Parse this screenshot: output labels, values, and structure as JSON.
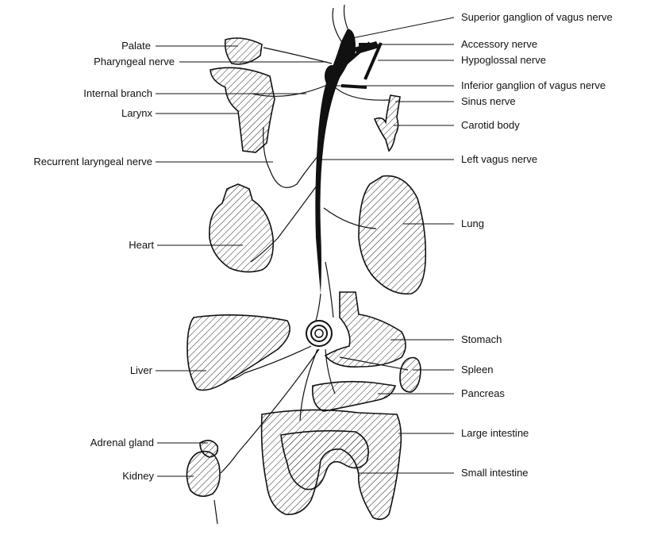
{
  "labels": {
    "left": {
      "palate": "Palate",
      "pharyngeal_nerve": "Pharyngeal nerve",
      "internal_branch": "Internal branch",
      "larynx": "Larynx",
      "recurrent_laryngeal_nerve": "Recurrent laryngeal nerve",
      "heart": "Heart",
      "liver": "Liver",
      "adrenal_gland": "Adrenal gland",
      "kidney": "Kidney"
    },
    "right": {
      "superior_ganglion": "Superior ganglion of vagus nerve",
      "accessory_nerve": "Accessory nerve",
      "hypoglossal_nerve": "Hypoglossal nerve",
      "inferior_ganglion": "Inferior ganglion of vagus nerve",
      "sinus_nerve": "Sinus nerve",
      "carotid_body": "Carotid body",
      "left_vagus_nerve": "Left vagus nerve",
      "lung": "Lung",
      "stomach": "Stomach",
      "spleen": "Spleen",
      "pancreas": "Pancreas",
      "large_intestine": "Large intestine",
      "small_intestine": "Small intestine"
    }
  }
}
